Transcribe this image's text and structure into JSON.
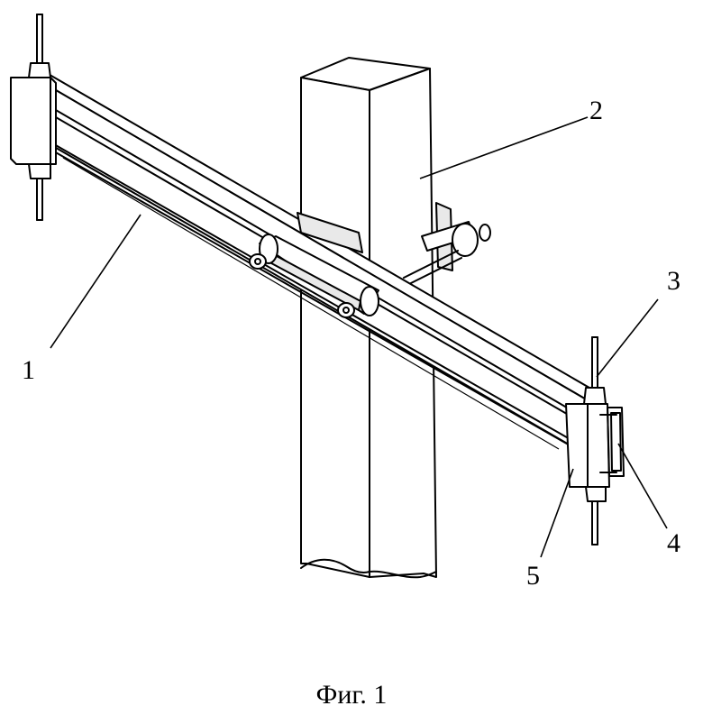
{
  "labels": {
    "beam": "1",
    "post": "2",
    "stud": "3",
    "bracket": "4",
    "end_block": "5"
  },
  "caption": "Фиг. 1"
}
